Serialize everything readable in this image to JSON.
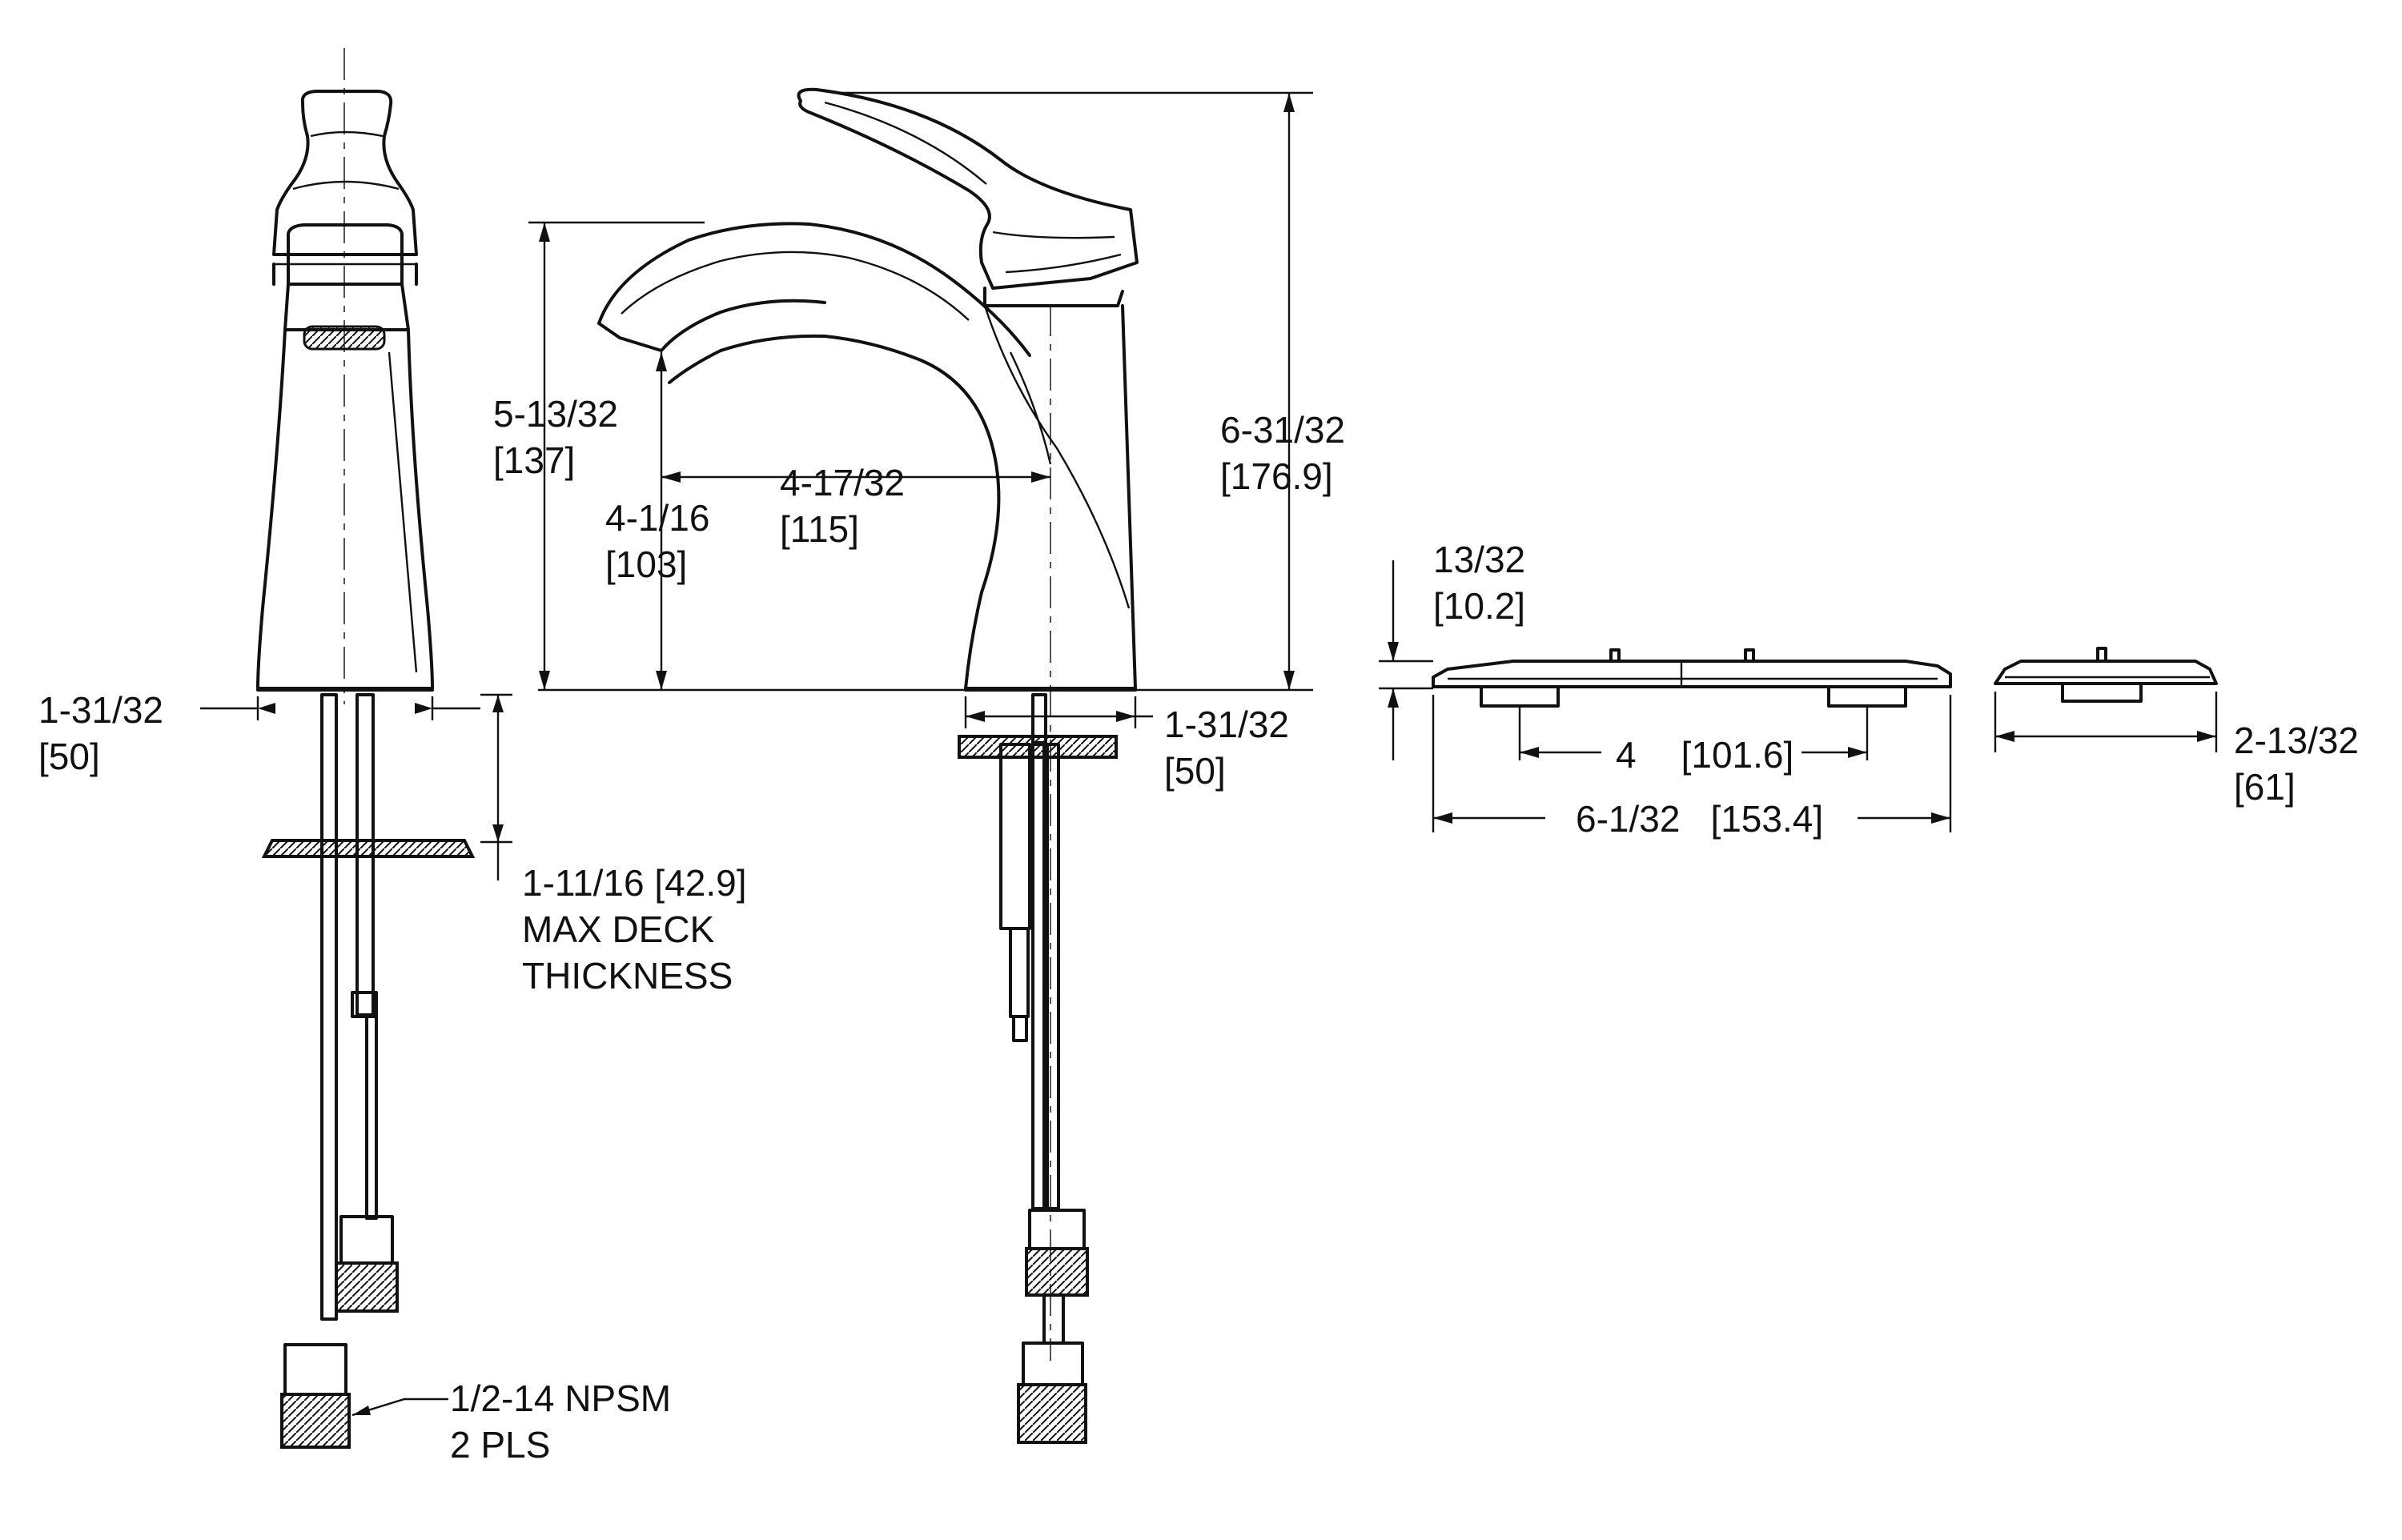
{
  "dimensions": {
    "front_base_width": {
      "value": "1-31/32",
      "metric": "[50]"
    },
    "deck_thickness": {
      "value": "1-11/16 [42.9]",
      "line2": "MAX DECK",
      "line3": "THICKNESS"
    },
    "connection": {
      "value": "1/2-14 NPSM",
      "line2": "2 PLS"
    },
    "spout_height": {
      "value": "5-13/32",
      "metric": "[137]"
    },
    "aerator_height": {
      "value": "4-1/16",
      "metric": "[103]"
    },
    "spout_reach": {
      "value": "4-17/32",
      "metric": "[115]"
    },
    "overall_height": {
      "value": "6-31/32",
      "metric": "[176.9]"
    },
    "side_base_width": {
      "value": "1-31/32",
      "metric": "[50]"
    },
    "plate_height": {
      "value": "13/32",
      "metric": "[10.2]"
    },
    "plate_centers": {
      "value": "4",
      "metric": "[101.6]"
    },
    "plate_length": {
      "value": "6-1/32",
      "metric": "[153.4]"
    },
    "plate_width": {
      "value": "2-13/32",
      "metric": "[61]"
    }
  }
}
